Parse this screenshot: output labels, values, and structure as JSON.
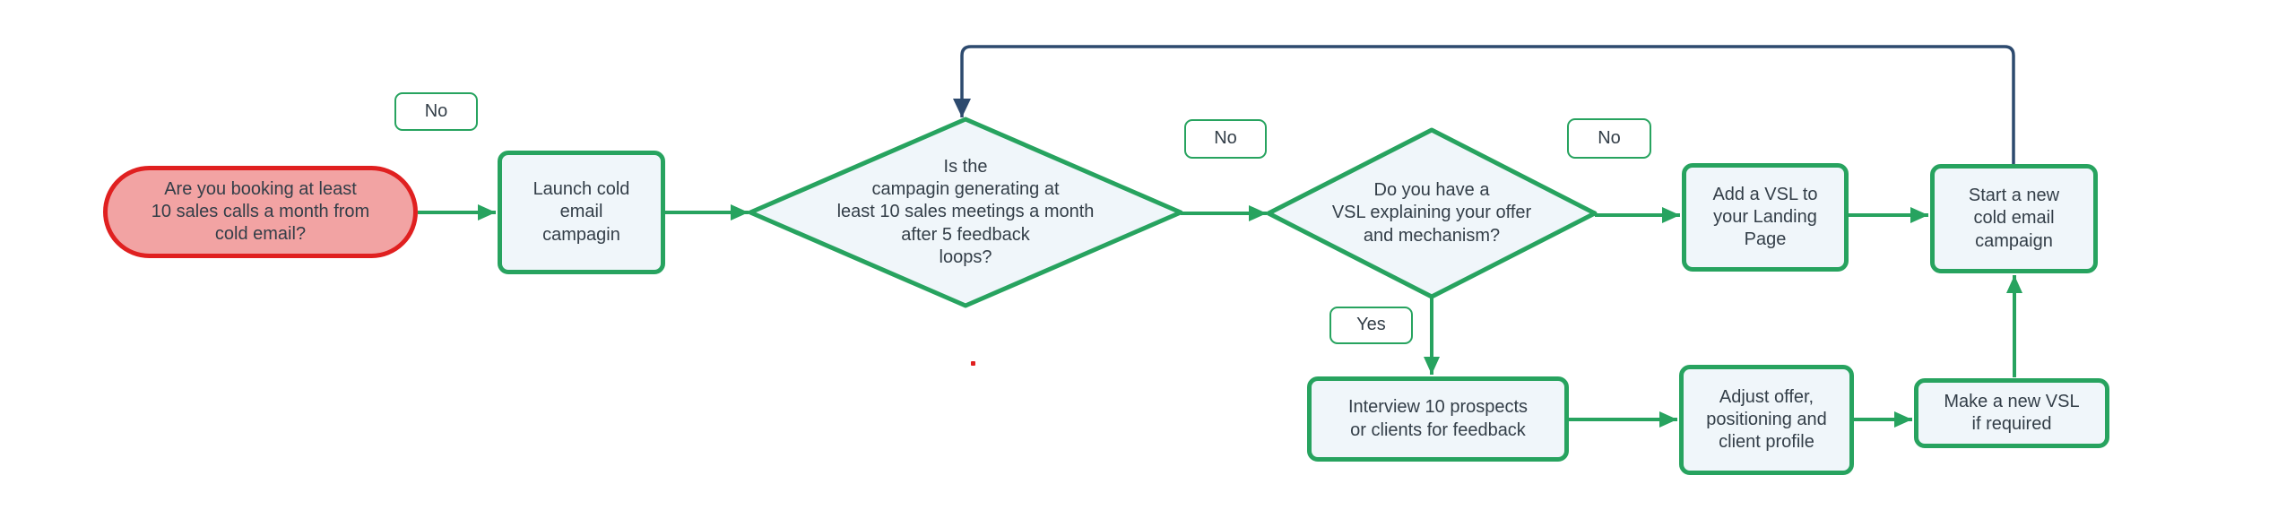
{
  "colors": {
    "shape_border_green": "#27a35f",
    "loop_arrow_navy": "#2d4a6e",
    "terminator_border_red": "#e02020",
    "terminator_fill_pink": "#f2a3a3",
    "node_fill_light_blue": "#f0f6fa",
    "text": "#333e48",
    "background": "#ffffff"
  },
  "flowchart": {
    "nodes": {
      "start_question": "Are you booking at least\n10 sales calls a month from\ncold email?",
      "launch_campaign": "Launch cold\nemail\ncampagin",
      "campaign_decision": "Is the\ncampagin generating at\nleast 10 sales meetings a month\nafter 5 feedback\nloops?",
      "vsl_decision": "Do you have a\nVSL explaining your offer\nand mechanism?",
      "add_vsl": "Add a VSL to\nyour Landing\nPage",
      "start_new_campaign": "Start a new\ncold email\ncampaign",
      "interview_prospects": "Interview 10 prospects\nor clients for feedback",
      "adjust_offer": "Adjust offer,\npositioning and\nclient profile",
      "make_new_vsl": "Make a new VSL\nif required"
    },
    "edge_labels": {
      "no_start": "No",
      "no_campaign": "No",
      "no_vsl": "No",
      "yes_vsl": "Yes"
    }
  }
}
